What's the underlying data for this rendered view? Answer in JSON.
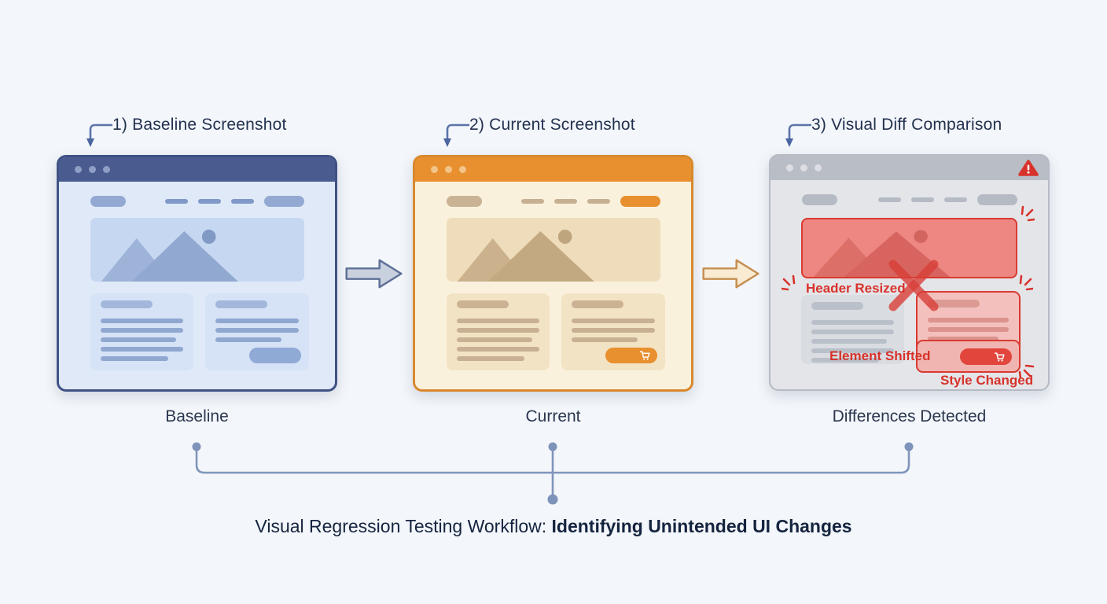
{
  "steps": [
    {
      "label": "1) Baseline Screenshot",
      "caption": "Baseline"
    },
    {
      "label": "2) Current Screenshot",
      "caption": "Current"
    },
    {
      "label": "3) Visual Diff Comparison",
      "caption": "Differences Detected"
    }
  ],
  "diff": {
    "annotations": {
      "header_resized": "Header Resized",
      "element_shifted": "Element Shifted",
      "style_changed": "Style Changed"
    }
  },
  "footer": {
    "title_prefix": "Visual Regression Testing Workflow: ",
    "title_emphasis": "Identifying Unintended UI Changes"
  },
  "icons": {
    "warning": "red triangle with white exclamation mark",
    "cart": "white shopping-cart glyph on button",
    "flow_arrow": "block arrow pointing right",
    "x_mark": "red diagonal cross",
    "spark": "red emphasis dashes",
    "window_dots": "three traffic-light dots"
  },
  "colors": {
    "background": "#f3f6fa",
    "baseline_accent": "#4a5c8f",
    "baseline_border": "#3f5285",
    "baseline_body": "#dfe9f8",
    "current_accent": "#e8902f",
    "current_border": "#d8882c",
    "current_body": "#faf1dd",
    "diff_titlebar": "#b9bdc6",
    "diff_body": "#e4e5e9",
    "diff_alert_red": "#d7332b",
    "connector_blue": "#5b74a9",
    "bracket_blue": "#8195bb",
    "text_dark": "#233150"
  }
}
